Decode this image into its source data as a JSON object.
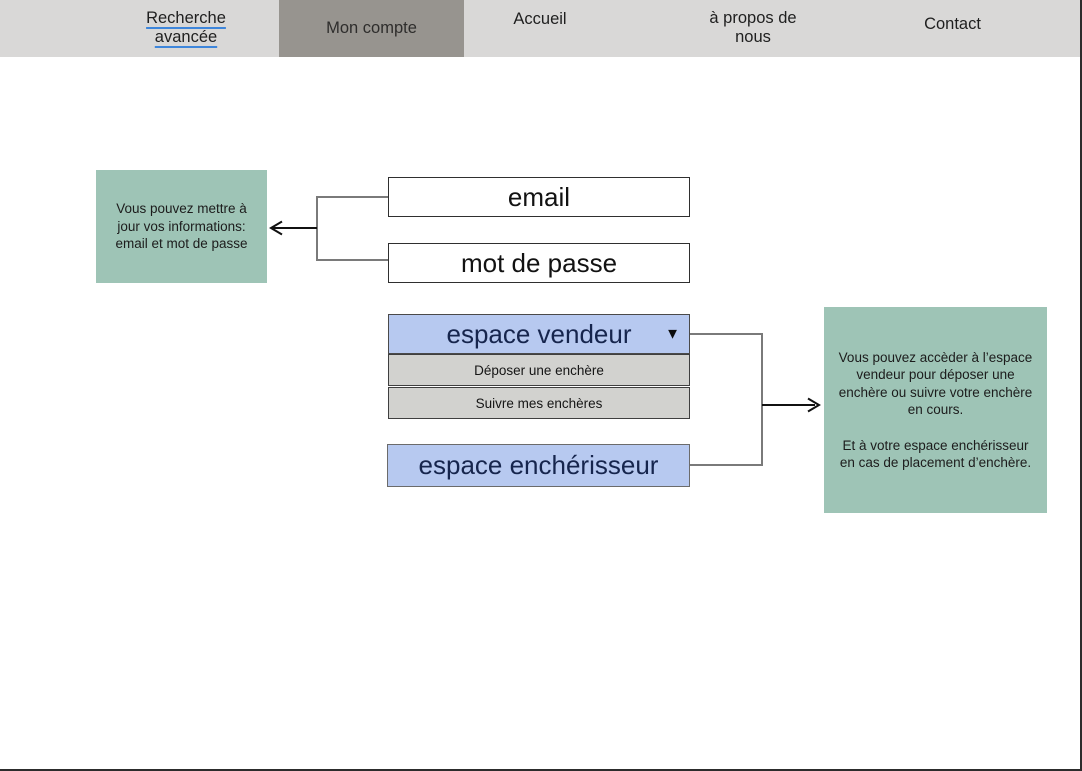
{
  "nav": {
    "items": [
      {
        "label": "Recherche avancée",
        "type": "link",
        "underline_color": "#3e86db"
      },
      {
        "label": "Mon compte",
        "type": "tab",
        "active": true
      },
      {
        "label": "Accueil",
        "type": "tab"
      },
      {
        "label": "à propos de nous",
        "type": "tab"
      },
      {
        "label": "Contact",
        "type": "tab"
      }
    ]
  },
  "account": {
    "email_label": "email",
    "password_label": "mot de passe",
    "vendor_dropdown": {
      "label": "espace vendeur",
      "caret": "▼",
      "options": [
        "Déposer une enchère",
        "Suivre mes enchères"
      ]
    },
    "bidder_label": "espace enchérisseur"
  },
  "annotations": {
    "left_note": "Vous pouvez mettre à jour vos informations: email et mot de passe",
    "right_note_p1": "Vous pouvez accèder à l’espace vendeur pour déposer une enchère ou suivre votre enchère en cours.",
    "right_note_p2": "Et à votre espace enchérisseur en cas de placement d’enchère."
  },
  "colors": {
    "nav_background": "#d9d8d7",
    "active_tab": "#97948f",
    "link_underline": "#3e86db",
    "note_green": "#9ec4b6",
    "widget_blue": "#b7c9f0",
    "widget_blue_text": "#16254d",
    "option_gray": "#d2d2cf",
    "connector_gray": "#7a7a7a",
    "arrow_black": "#111111"
  }
}
